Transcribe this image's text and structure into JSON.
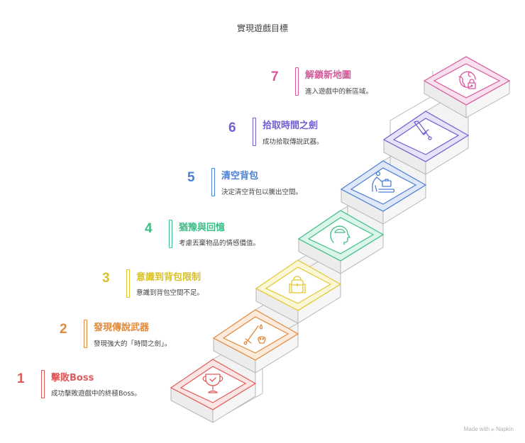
{
  "title": "實現遊戲目標",
  "steps": [
    {
      "number": "1",
      "heading": "擊敗Boss",
      "description": "成功擊敗遊戲中的終極Boss。",
      "icon": "trophy-check-icon",
      "color": "#e05a5a",
      "fill": "#fbe4e4"
    },
    {
      "number": "2",
      "heading": "發現傳說武器",
      "description": "發現強大的「時間之劍」。",
      "icon": "sword-skull-icon",
      "color": "#e08a3c",
      "fill": "#fcebdc"
    },
    {
      "number": "3",
      "heading": "意識到背包限制",
      "description": "意識到背包空間不足。",
      "icon": "backpack-icon",
      "color": "#e0c832",
      "fill": "#fbf6d6"
    },
    {
      "number": "4",
      "heading": "猶豫與回憶",
      "description": "考慮丟棄物品的情感價值。",
      "icon": "head-brain-icon",
      "color": "#3cbf86",
      "fill": "#dcf5ea"
    },
    {
      "number": "5",
      "heading": "清空背包",
      "description": "決定清空背包以騰出空間。",
      "icon": "baggage-claim-icon",
      "color": "#4a7fd6",
      "fill": "#dfe8f8"
    },
    {
      "number": "6",
      "heading": "拾取時間之劍",
      "description": "成功拾取傳說武器。",
      "icon": "sword-icon",
      "color": "#6f5fd0",
      "fill": "#e6e2f8"
    },
    {
      "number": "7",
      "heading": "解鎖新地圖",
      "description": "進入遊戲中的新區域。",
      "icon": "globe-lock-icon",
      "color": "#d9579c",
      "fill": "#f9e0ee"
    }
  ],
  "footer": "Made with ⫸ Napkin"
}
